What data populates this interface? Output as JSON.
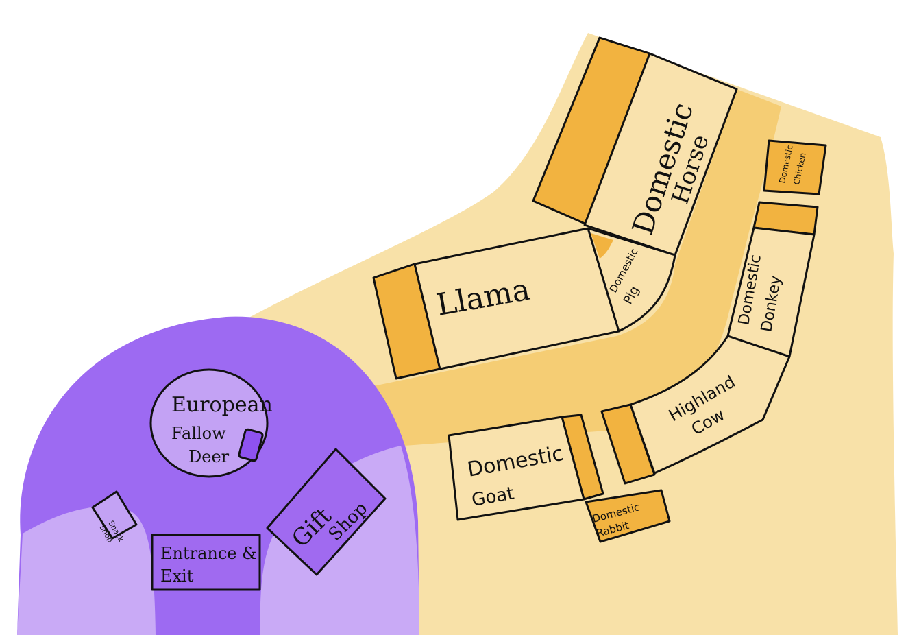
{
  "colors": {
    "background": "#ffffff",
    "farm_ground": "#f8e1a8",
    "path": "#f5cd74",
    "enclosure_fill": "#f9e2ad",
    "enclosure_dark": "#f2b340",
    "plaza_dark": "#9d6af2",
    "plaza_light": "#c9aaf6",
    "deer_fill": "#c3a2f4",
    "building_fill": "#a06af0",
    "outline": "#111111"
  },
  "areas": {
    "farm": {
      "name": "farm-area"
    },
    "entrance_plaza": {
      "name": "entrance-plaza"
    }
  },
  "enclosures": {
    "domestic_horse": {
      "line1": "Domestic",
      "line2": "Horse"
    },
    "llama": {
      "label": "Llama"
    },
    "domestic_pig": {
      "line1": "Domestic",
      "line2": "Pig"
    },
    "domestic_chicken": {
      "line1": "Domestic",
      "line2": "Chicken"
    },
    "domestic_donkey": {
      "line1": "Domestic",
      "line2": "Donkey"
    },
    "highland_cow": {
      "line1": "Highland",
      "line2": "Cow"
    },
    "domestic_goat": {
      "line1": "Domestic",
      "line2": "Goat"
    },
    "domestic_rabbit": {
      "line1": "Domestic",
      "line2": "Rabbit"
    },
    "european_fallow_deer": {
      "line1": "European",
      "line2": "Fallow",
      "line3": "Deer"
    }
  },
  "buildings": {
    "gift_shop": {
      "line1": "Gift",
      "line2": "Shop"
    },
    "entrance_exit": {
      "line1": "Entrance &",
      "line2": "Exit"
    },
    "small_shop": {
      "line1": "Snack",
      "line2": "Shop"
    }
  }
}
